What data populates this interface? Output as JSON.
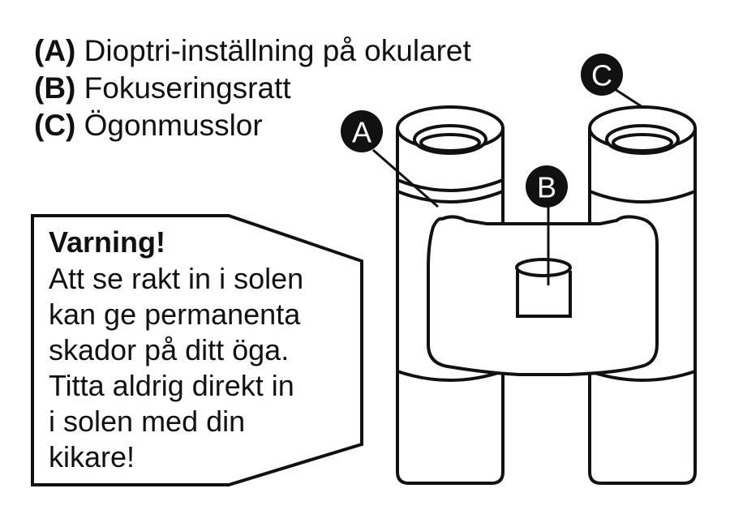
{
  "legend": {
    "items": [
      {
        "key": "(A)",
        "text": "Dioptri-inställning på okularet"
      },
      {
        "key": "(B)",
        "text": "Fokuseringsratt"
      },
      {
        "key": "(C)",
        "text": "Ögonmusslor"
      }
    ]
  },
  "warning": {
    "title": "Varning!",
    "lines": [
      "Att se rakt in i solen",
      "kan ge permanenta",
      "skador på ditt öga.",
      "Titta aldrig direkt in",
      "i solen med din",
      "kikare!"
    ]
  },
  "markers": {
    "a": "A",
    "b": "B",
    "c": "C"
  }
}
